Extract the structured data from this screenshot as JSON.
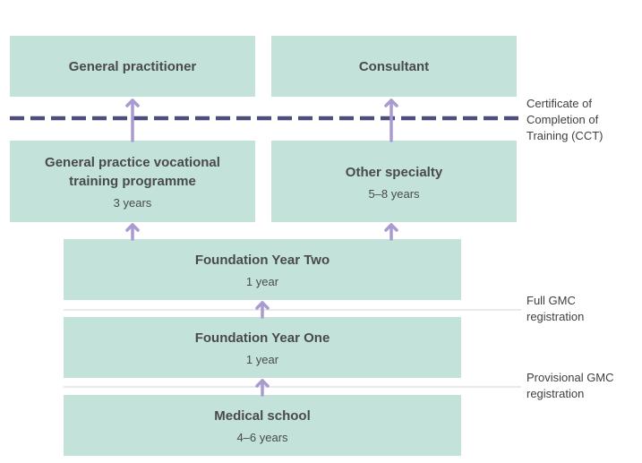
{
  "boxes": {
    "gp": {
      "title": "General practitioner"
    },
    "consultant": {
      "title": "Consultant"
    },
    "gp_training": {
      "title_line1": "General practice vocational",
      "title_line2": "training programme",
      "duration": "3 years"
    },
    "other_specialty": {
      "title": "Other specialty",
      "duration": "5–8 years"
    },
    "fy2": {
      "title": "Foundation Year Two",
      "duration": "1 year"
    },
    "fy1": {
      "title": "Foundation Year One",
      "duration": "1 year"
    },
    "medical_school": {
      "title": "Medical school",
      "duration": "4–6 years"
    }
  },
  "milestones": {
    "cct": {
      "line1": "Certificate of",
      "line2": "Completion of",
      "line3": "Training (CCT)"
    },
    "full_gmc": {
      "line1": "Full GMC",
      "line2": "registration"
    },
    "provisional_gmc": {
      "line1": "Provisional GMC",
      "line2": "registration"
    }
  },
  "colors": {
    "box_fill": "#c3e3da",
    "arrow": "#a99ad0",
    "cct_dash": "#4d4d7e",
    "rule": "#d3d3d3"
  }
}
